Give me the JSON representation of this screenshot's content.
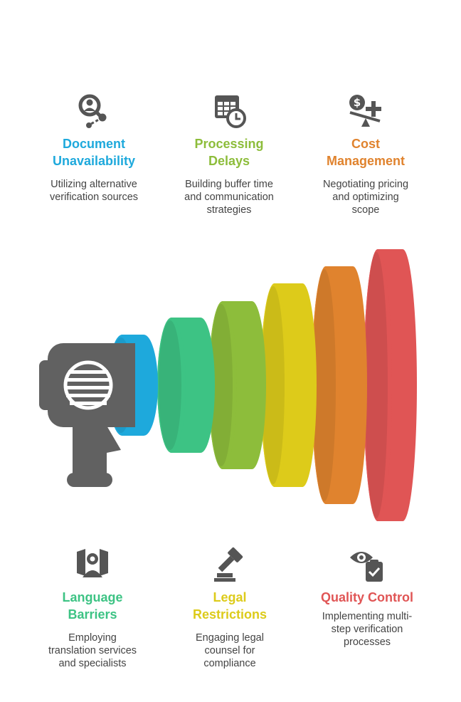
{
  "items": [
    {
      "title_line1": "Document",
      "title_line2": "Unavailability",
      "desc_line1": "Utilizing alternative",
      "desc_line2": "verification sources",
      "desc_line3": "",
      "color": "#1EA9DC",
      "icon": "search-person-icon"
    },
    {
      "title_line1": "Processing",
      "title_line2": "Delays",
      "desc_line1": "Building buffer time",
      "desc_line2": "and communication",
      "desc_line3": "strategies",
      "color": "#8DBD3B",
      "icon": "calendar-clock-icon"
    },
    {
      "title_line1": "Cost",
      "title_line2": "Management",
      "desc_line1": "Negotiating pricing",
      "desc_line2": "and optimizing",
      "desc_line3": "scope",
      "color": "#E0832E",
      "icon": "dollar-balance-icon"
    },
    {
      "title_line1": "Language",
      "title_line2": "Barriers",
      "desc_line1": "Employing",
      "desc_line2": "translation services",
      "desc_line3": "and specialists",
      "color": "#3DC384",
      "icon": "person-badge-icon"
    },
    {
      "title_line1": "Legal",
      "title_line2": "Restrictions",
      "desc_line1": "Engaging legal",
      "desc_line2": "counsel for",
      "desc_line3": "compliance",
      "color": "#DDCB1A",
      "icon": "gavel-icon"
    },
    {
      "title_line1": "Quality Control",
      "title_line2": "",
      "desc_line1": "Implementing multi-",
      "desc_line2": "step verification",
      "desc_line3": "processes",
      "color": "#E05555",
      "icon": "eye-clipboard-icon"
    }
  ],
  "colors": {
    "icon": "#555555",
    "megaphone": "#616161",
    "rings": [
      "#1EA9DC",
      "#3DC384",
      "#8DBD3B",
      "#DDCB1A",
      "#E0832E",
      "#E05555"
    ]
  }
}
